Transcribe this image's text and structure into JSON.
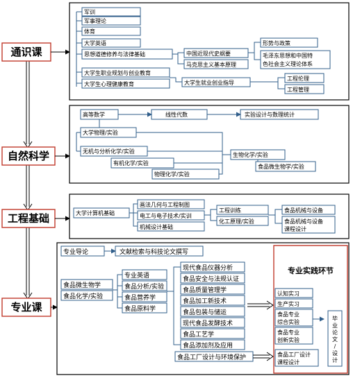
{
  "categories": {
    "general": "通识课",
    "natural_science": "自然科学",
    "engineering": "工程基础",
    "major": "专业课"
  },
  "general": {
    "military_training": "军训",
    "military_theory": "军事理论",
    "pe": "体育",
    "english": "大学英语",
    "morality_law": "思想道德修养与法律基础",
    "career_planning": "大学生职业规划与创业教育",
    "mental_health": "大学生心理健康教育",
    "modern_history": "中国近现代史纲要",
    "marxism": "马克思主义基本原理",
    "entrepreneurship": "大学生就业创业指导",
    "situation_policy": "形势与政策",
    "mao_theory_line1": "毛泽东思想和中国特",
    "mao_theory_line2": "色社会主义理论体系",
    "eng_ethics": "工程伦理",
    "eng_management": "工程管理"
  },
  "natural_science": {
    "advanced_math": "高等数学",
    "linear_algebra": "线性代数",
    "experiment_design": "实验设计与数理统计",
    "physics": "大学物理/实验",
    "inorganic_chem": "无机与分析化学/实验",
    "organic_chem": "有机化学/实验",
    "physical_chem": "物理化学/实验",
    "biochem": "生物化学/实验",
    "food_micro": "食品微生物学/实验"
  },
  "engineering": {
    "computer_basics": "大学计算机基础",
    "drawing": "画法几何与工程制图",
    "electrical": "电工与电子技术/实训",
    "mechanical_design": "机械设计基础",
    "eng_training": "工程训练",
    "chem_principles": "化工原理/实验",
    "food_machinery": "食品机械与设备",
    "food_machinery_design_line1": "食品机械与设备",
    "food_machinery_design_line2": "课程设计"
  },
  "major": {
    "intro": "专业导论",
    "literature": "文献检索与科技论文撰写",
    "food_micro": "食品微生物学",
    "food_chem": "食品化学/实验",
    "prof_english": "专业英语",
    "food_analysis": "食品分析/实验",
    "food_nutrition": "食品营养学",
    "food_materials": "食品原料学",
    "instrument_analysis": "现代食品仪器分析",
    "food_safety": "食品安全与法规认证",
    "quality_mgmt": "食品质量管理学",
    "processing": "食品加工新技术",
    "packaging": "食品包装与储运",
    "fermentation": "现代食品发酵技术",
    "technology": "食品工艺学",
    "additives": "食品添加剂及应用",
    "factory_design": "食品工厂设计与环境保护"
  },
  "practice": {
    "title": "专业实践环节",
    "cognition": "认知实习",
    "production": "生产实习",
    "comprehensive_line1": "食品专业",
    "comprehensive_line2": "综合实验",
    "innovation_line1": "食品专业",
    "innovation_line2": "创新实验",
    "factory_design_line1": "食品工厂设计",
    "factory_design_line2": "课程设计",
    "thesis_line1": "毕",
    "thesis_line2": "业",
    "thesis_line3": "论",
    "thesis_line4": "文",
    "thesis_line5": "/",
    "thesis_line6": "设",
    "thesis_line7": "计"
  }
}
